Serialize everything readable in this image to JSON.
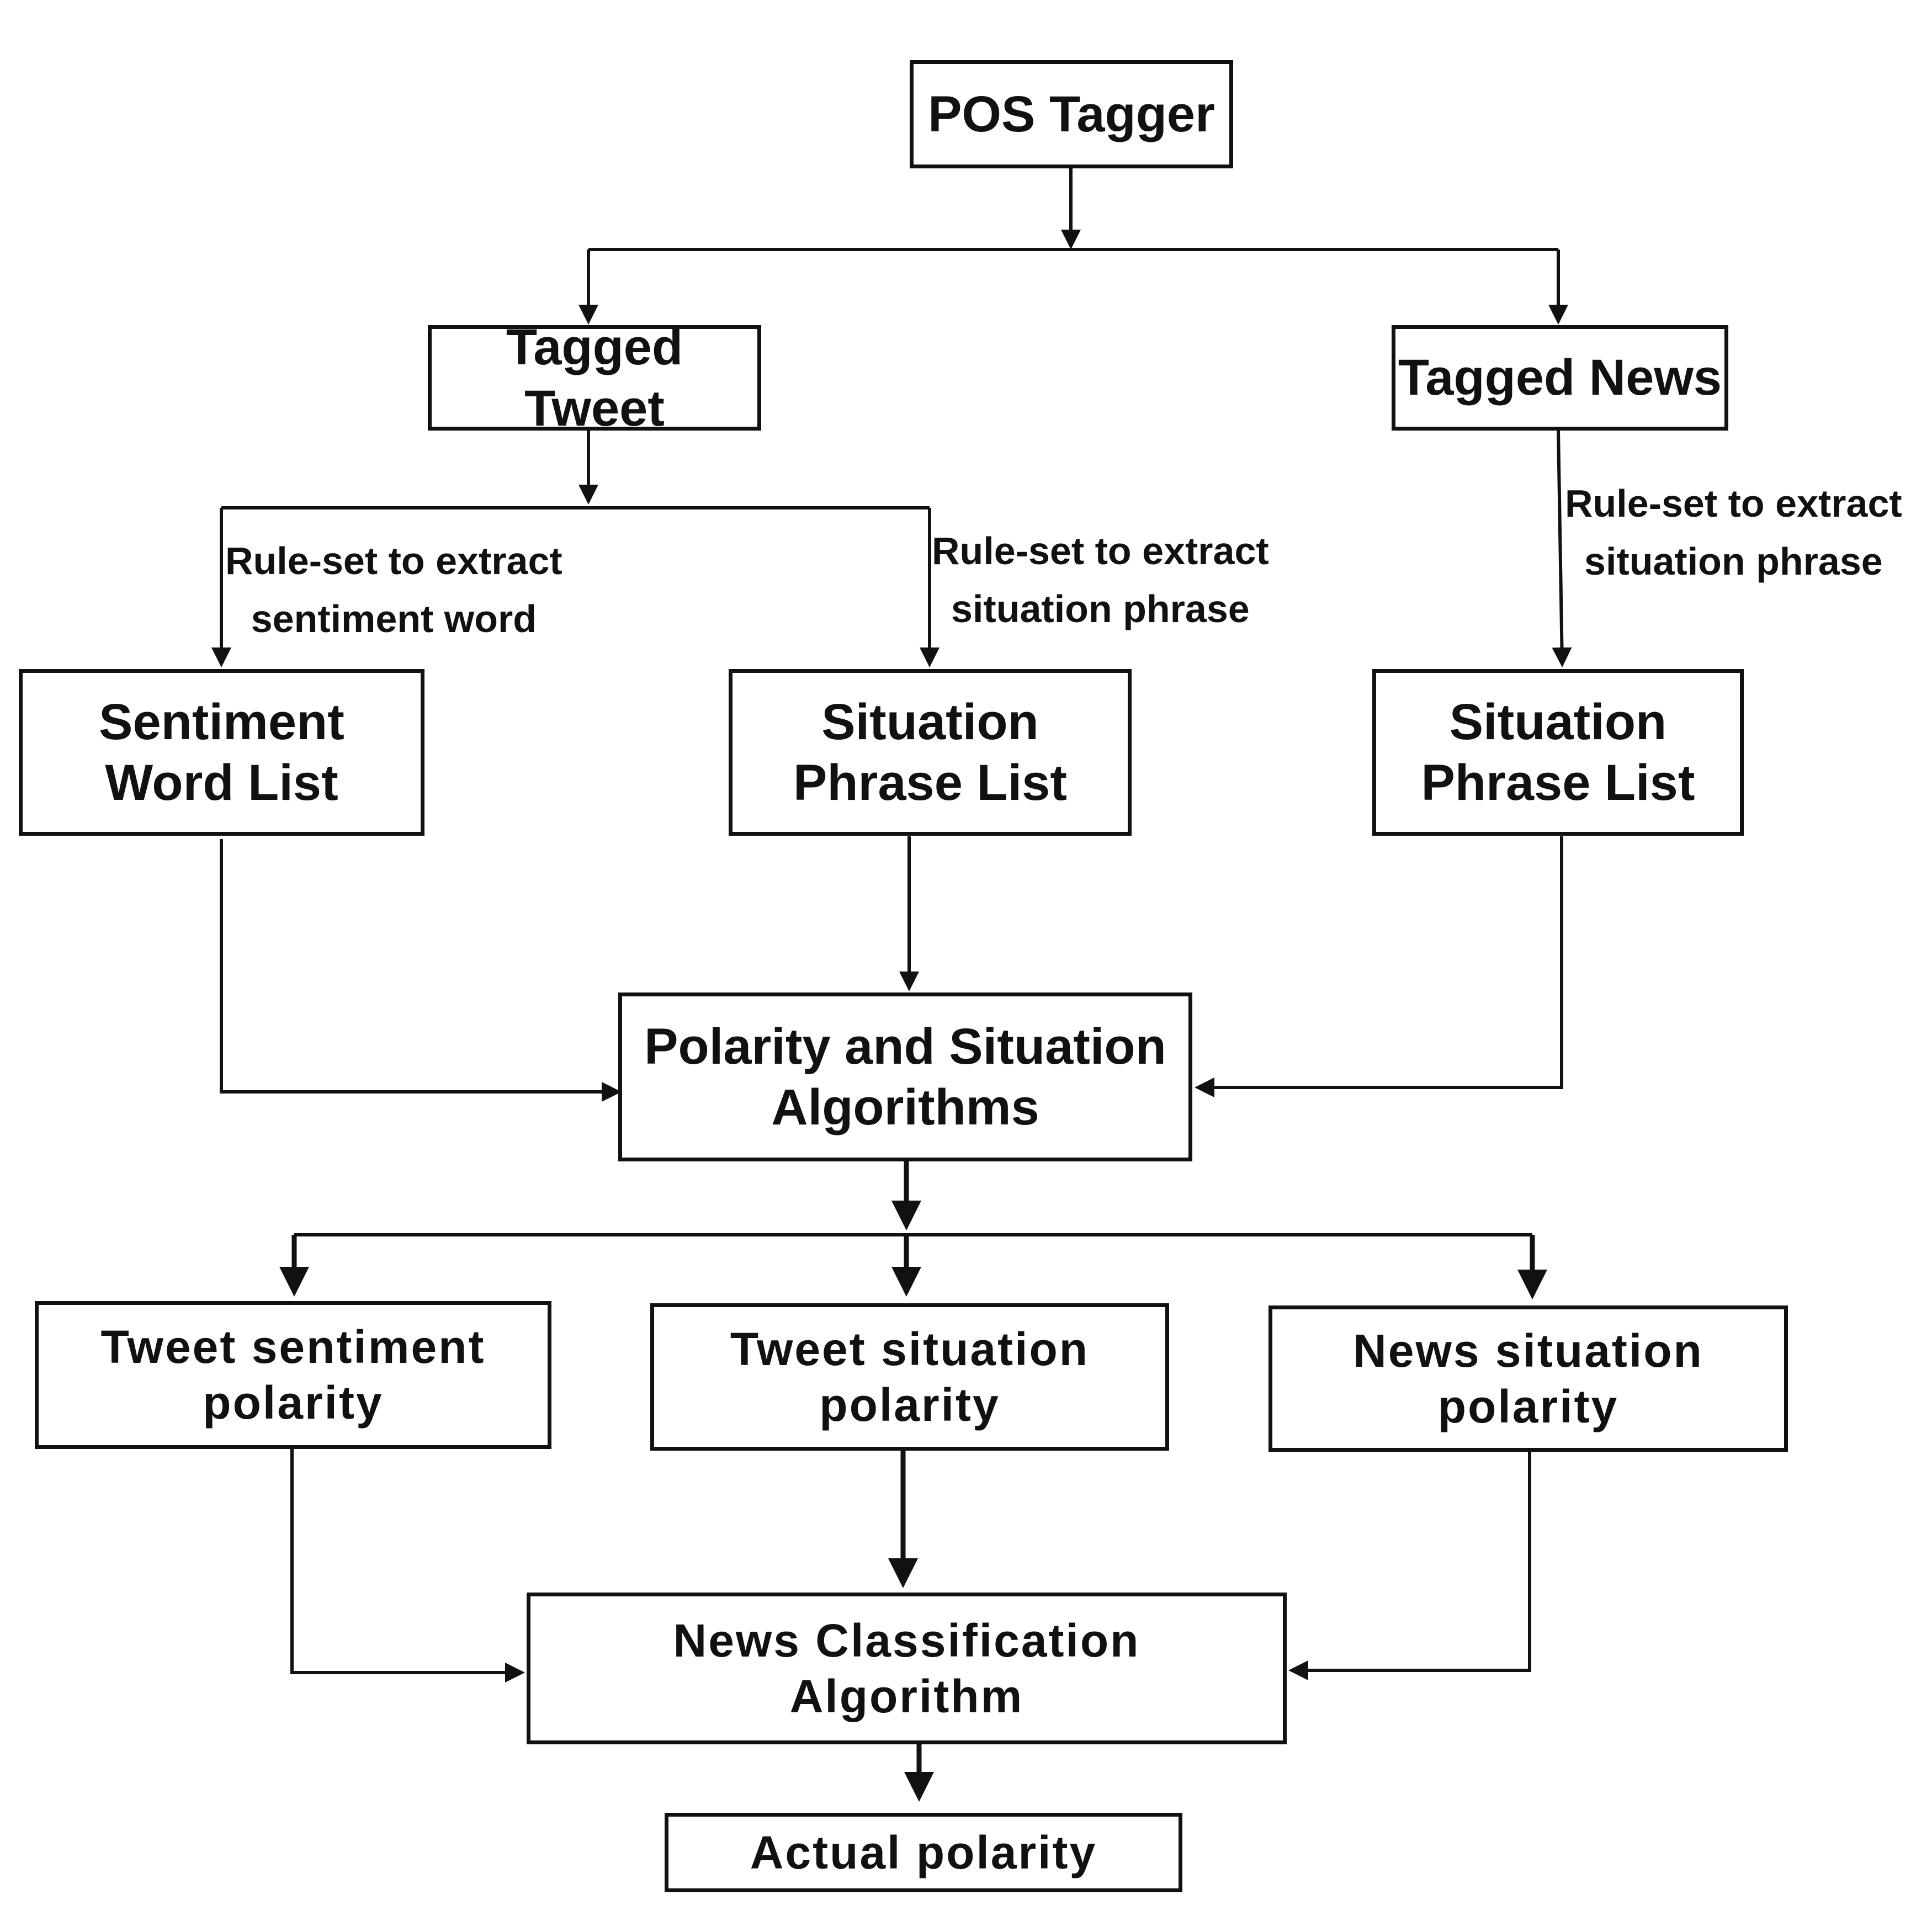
{
  "nodes": {
    "pos_tagger": "POS Tagger",
    "tagged_tweet": "Tagged Tweet",
    "tagged_news": "Tagged News",
    "sentiment_word_list": [
      "Sentiment",
      "Word List"
    ],
    "tweet_situation_phrase_list": [
      "Situation",
      "Phrase List"
    ],
    "news_situation_phrase_list": [
      "Situation",
      "Phrase List"
    ],
    "polarity_situation_algorithms": [
      "Polarity and Situation",
      "Algorithms"
    ],
    "tweet_sentiment_polarity": [
      "Tweet sentiment",
      "polarity"
    ],
    "tweet_situation_polarity": [
      "Tweet situation",
      "polarity"
    ],
    "news_situation_polarity": [
      "News situation",
      "polarity"
    ],
    "news_classification_algorithm": [
      "News Classification",
      "Algorithm"
    ],
    "actual_polarity": "Actual polarity"
  },
  "edge_labels": {
    "extract_sentiment_word": [
      "Rule-set to extract",
      "sentiment word"
    ],
    "extract_tweet_situation_phrase": [
      "Rule-set to extract",
      "situation phrase"
    ],
    "extract_news_situation_phrase": [
      "Rule-set to extract",
      "situation phrase"
    ]
  },
  "colors": {
    "stroke": "#111111",
    "text": "#111111",
    "background": "#ffffff"
  }
}
